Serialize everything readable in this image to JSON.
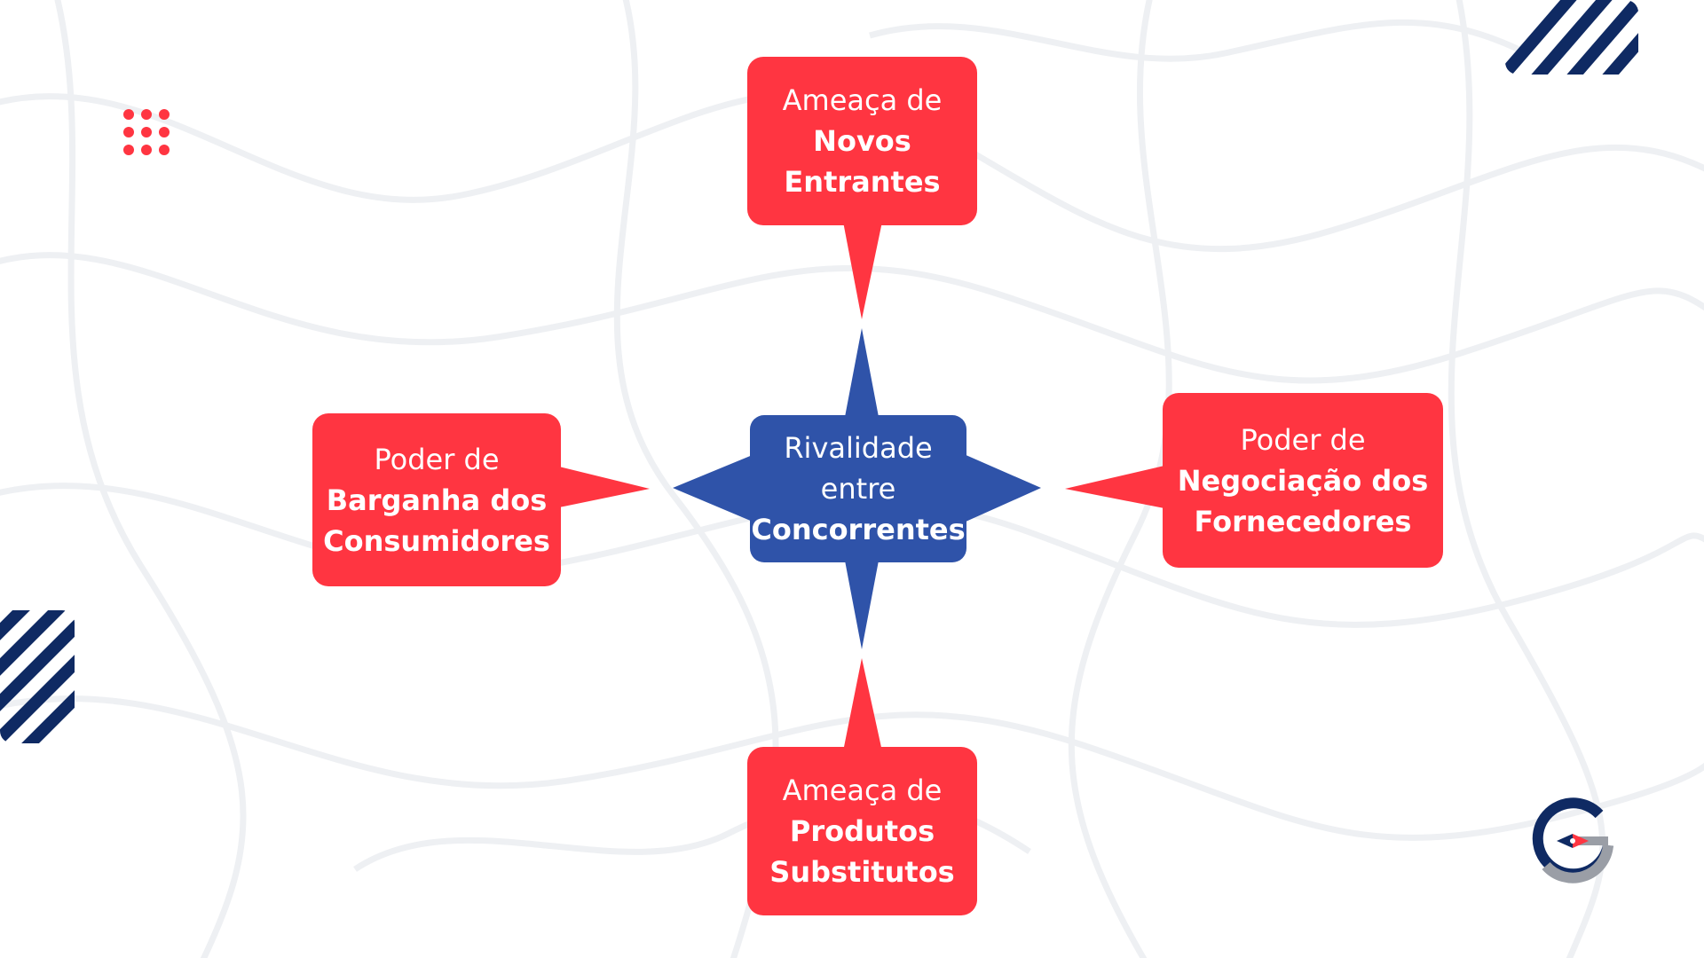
{
  "colors": {
    "red": "#ff3541",
    "blue": "#2f53a9",
    "navy": "#0f2a63",
    "gray": "#9a9ea6"
  },
  "center": {
    "line1": "Rivalidade",
    "line2": "entre",
    "line3": "Concorrentes"
  },
  "top": {
    "line1": "Ameaça de",
    "line2": "Novos",
    "line3": "Entrantes"
  },
  "bottom": {
    "line1": "Ameaça de",
    "line2": "Produtos",
    "line3": "Substitutos"
  },
  "left": {
    "line1": "Poder de",
    "line2": "Barganha dos",
    "line3": "Consumidores"
  },
  "right": {
    "line1": "Poder de",
    "line2": "Negociação dos",
    "line3": "Fornecedores"
  },
  "decor": {
    "dots_icon": "dot-grid-icon",
    "stripes_icon": "diagonal-stripes-icon",
    "logo_icon": "compass-g-logo-icon"
  }
}
